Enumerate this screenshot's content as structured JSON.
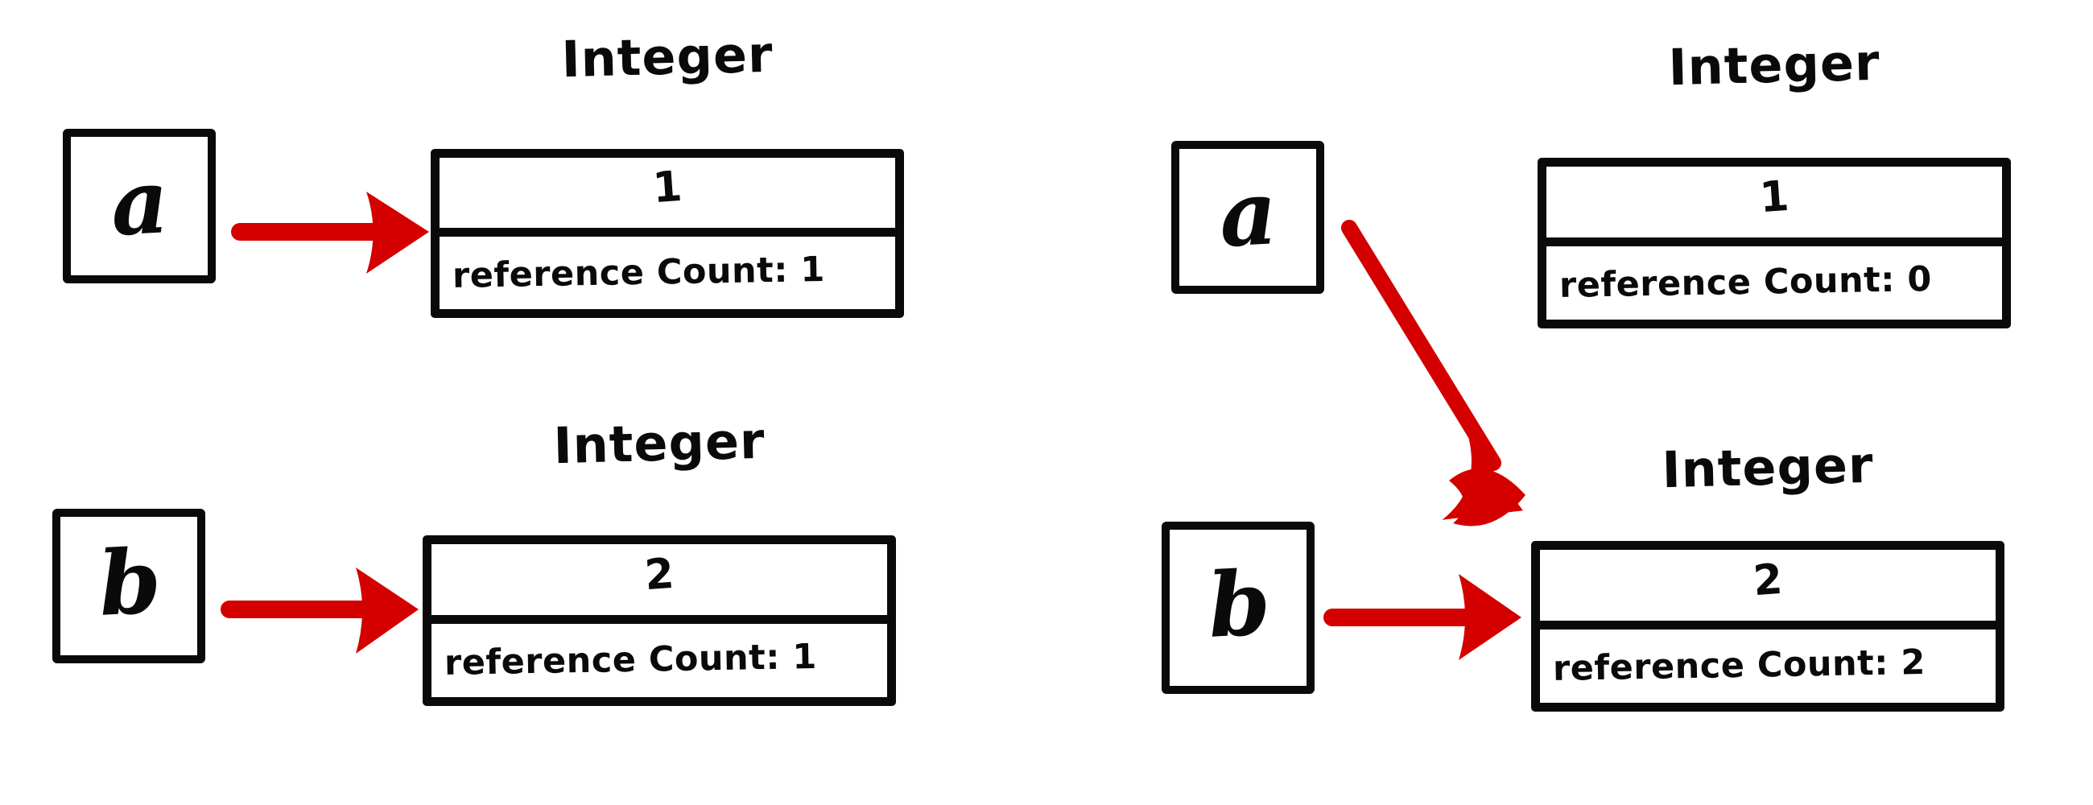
{
  "diagram": {
    "title_text": "Integer",
    "accent_color": "#d40000",
    "ink_color": "#0a0a0a",
    "background_color": "#ffffff",
    "panels": [
      {
        "id": "before",
        "rows": [
          {
            "variable": "a",
            "object_title": "Integer",
            "value": "1",
            "refcount_text": "reference Count: 1",
            "arrow": "straight-arrow"
          },
          {
            "variable": "b",
            "object_title": "Integer",
            "value": "2",
            "refcount_text": "reference Count: 1",
            "arrow": "straight-arrow"
          }
        ]
      },
      {
        "id": "after",
        "rows": [
          {
            "variable": "a",
            "object_title": "Integer",
            "value": "1",
            "refcount_text": "reference Count: 0",
            "arrow": "diagonal-arrow"
          },
          {
            "variable": "b",
            "object_title": "Integer",
            "value": "2",
            "refcount_text": "reference Count: 2",
            "arrow": "straight-arrow"
          }
        ]
      }
    ]
  }
}
